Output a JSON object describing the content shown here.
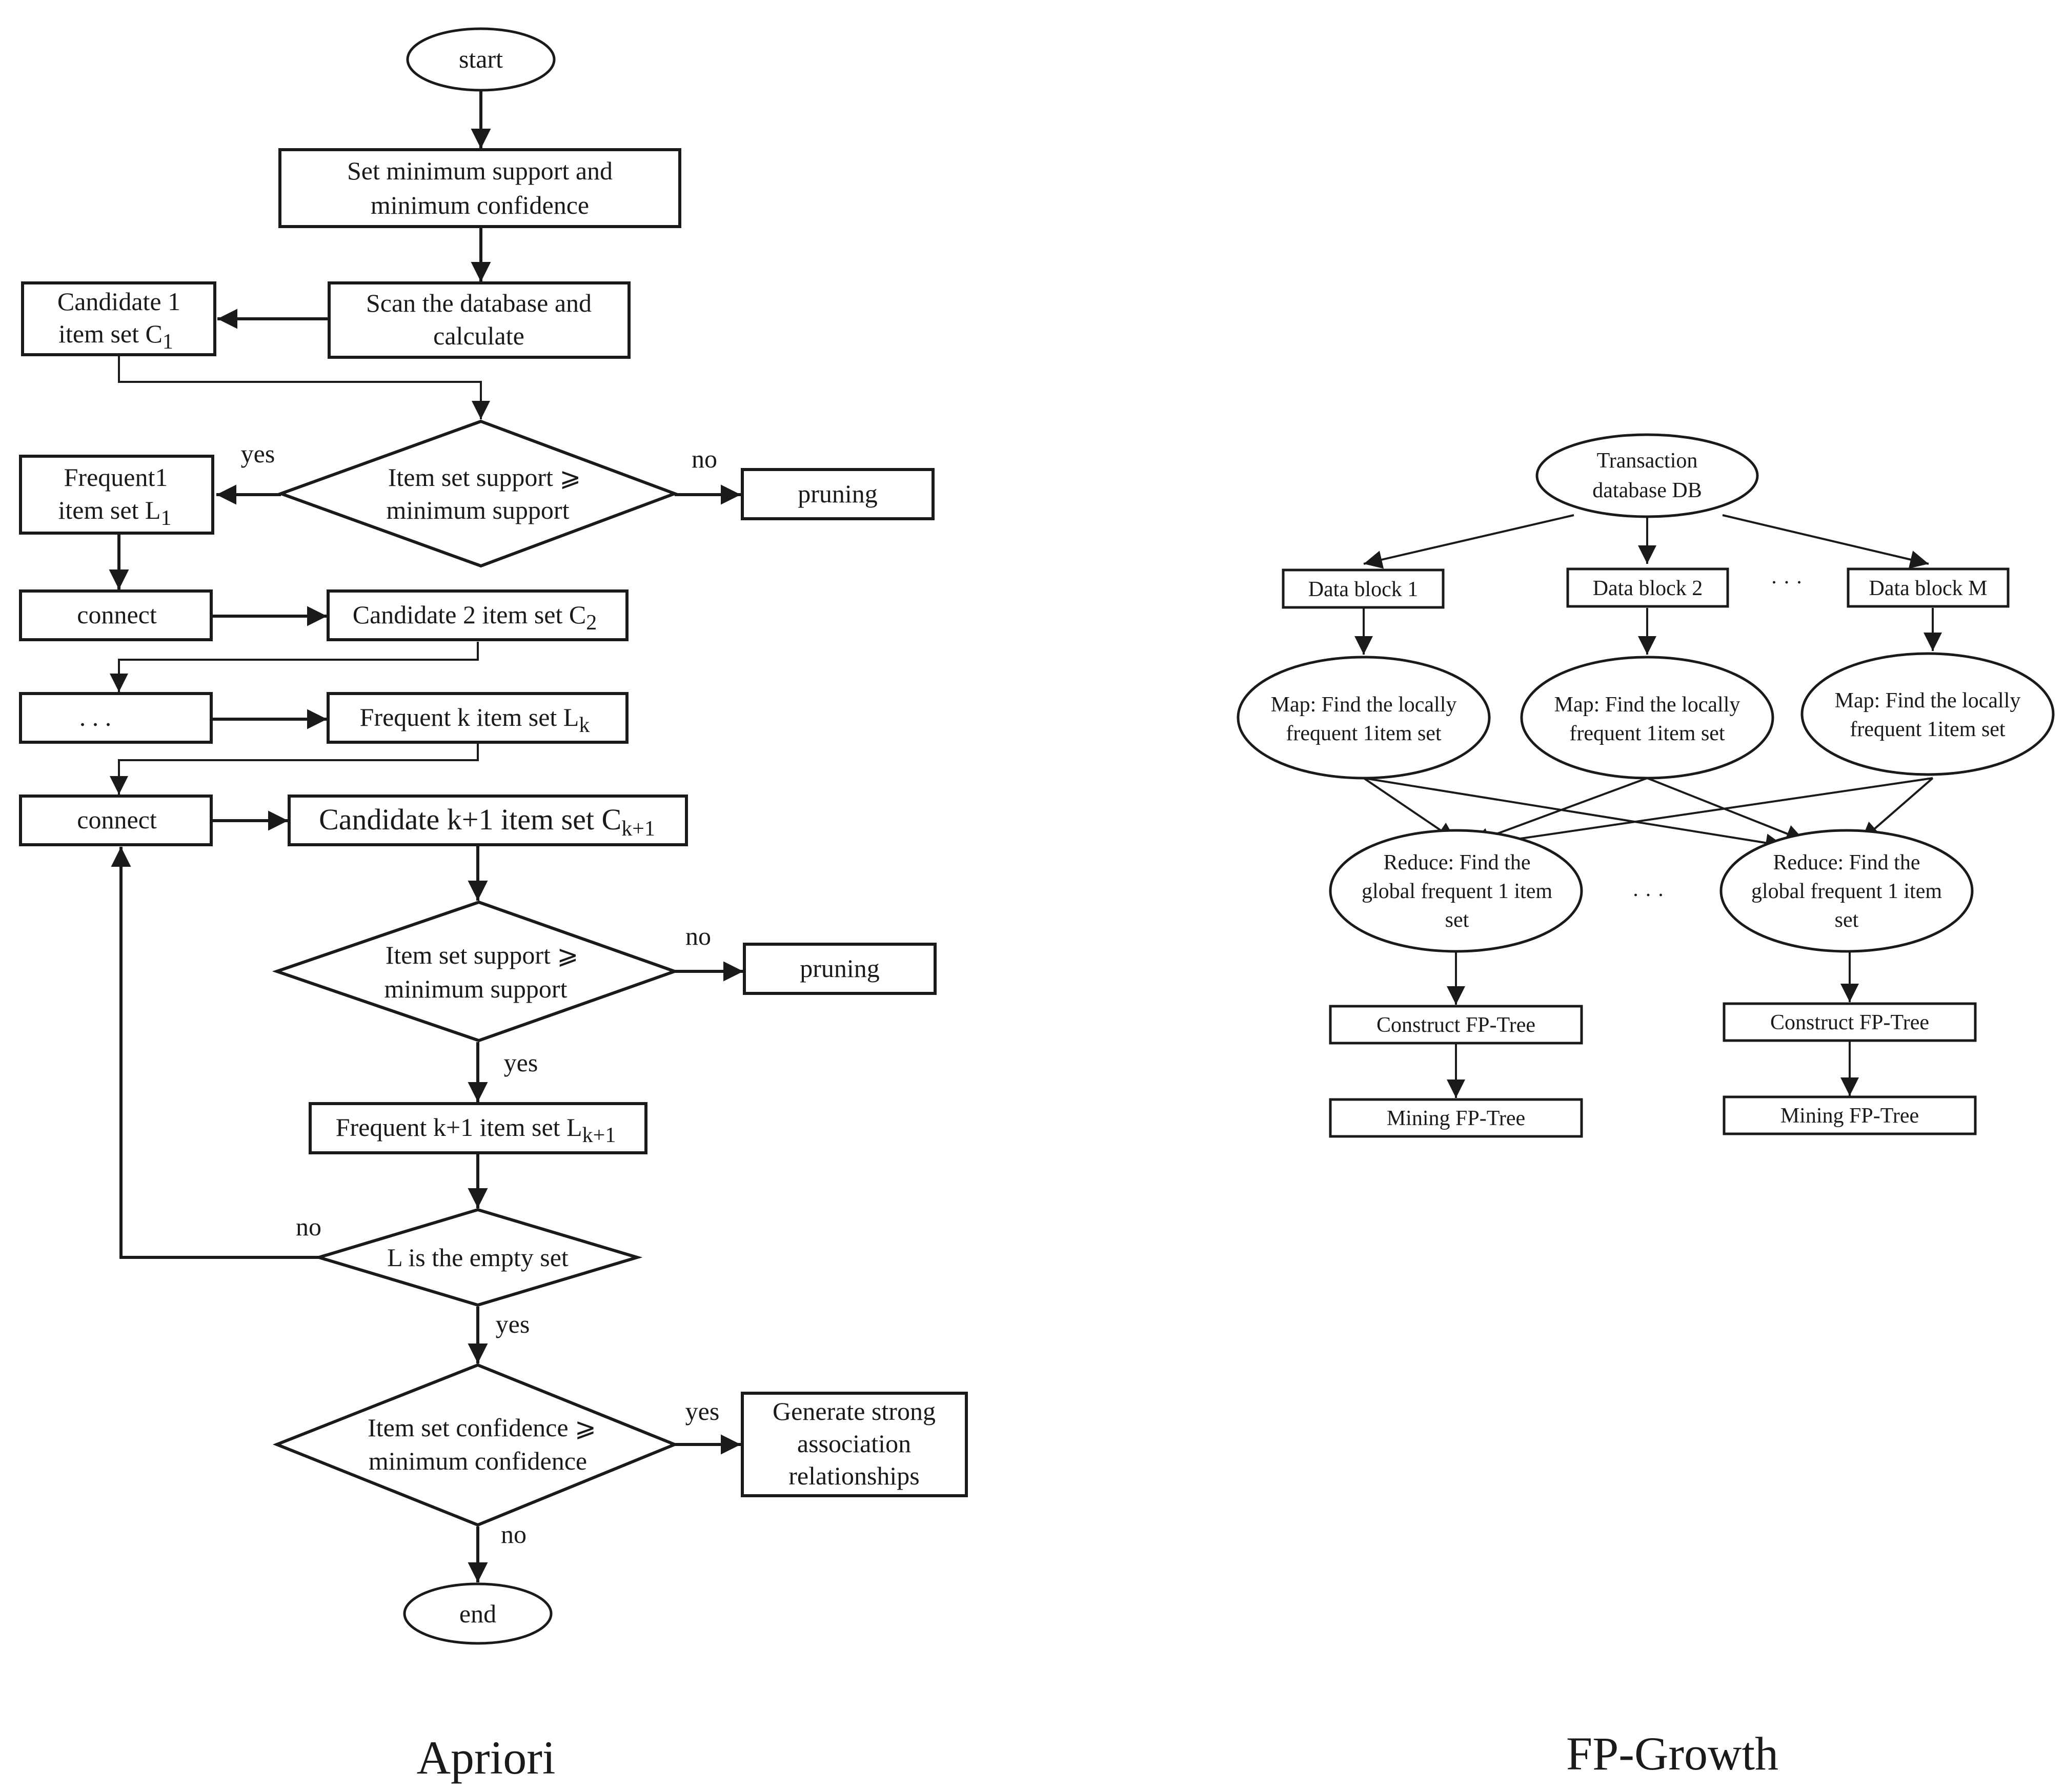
{
  "captions": {
    "apriori": "Apriori",
    "fpgrowth": "FP-Growth"
  },
  "apriori": {
    "start": "start",
    "set_min": [
      "Set minimum support and",
      "minimum confidence"
    ],
    "scan_db": [
      "Scan the database and",
      "calculate"
    ],
    "cand1": [
      "Candidate 1",
      "item set C",
      "1"
    ],
    "decision1": [
      "Item set support ⩾",
      "minimum support"
    ],
    "freq1": [
      "Frequent1",
      "item set L",
      "1"
    ],
    "pruning1": "pruning",
    "connect1": "connect",
    "cand2": [
      "Candidate 2  item set C",
      "2"
    ],
    "ellipsis_box": ". . .",
    "freqk": [
      "Frequent k item set L",
      "k"
    ],
    "connect2": "connect",
    "candk1": [
      "Candidate k+1 item set C",
      "k+1"
    ],
    "decision2": [
      "Item set support ⩾",
      "minimum support"
    ],
    "pruning2": "pruning",
    "freqk1": [
      "Frequent k+1 item set L",
      "k+1"
    ],
    "empty_check": "L is the empty set",
    "conf_check": [
      "Item set confidence ⩾",
      "minimum confidence"
    ],
    "generate": [
      "Generate strong",
      "association",
      "relationships"
    ],
    "end": "end",
    "edge_labels": {
      "yes1": "yes",
      "no1": "no",
      "no2": "no",
      "yes2": "yes",
      "no_loop": "no",
      "yes3": "yes",
      "yes4": "yes",
      "no4": "no"
    }
  },
  "fpgrowth": {
    "db": [
      "Transaction",
      "database DB"
    ],
    "block1": "Data block 1",
    "block2": "Data block 2",
    "blockM": "Data block M",
    "blocks_ellipsis": "· · ·",
    "map": [
      "Map: Find the locally",
      "frequent 1item set"
    ],
    "reduce": [
      "Reduce: Find the",
      "global frequent 1 item",
      "set"
    ],
    "reduce_ellipsis": "· · ·",
    "construct": "Construct FP-Tree",
    "mining": "Mining FP-Tree"
  }
}
